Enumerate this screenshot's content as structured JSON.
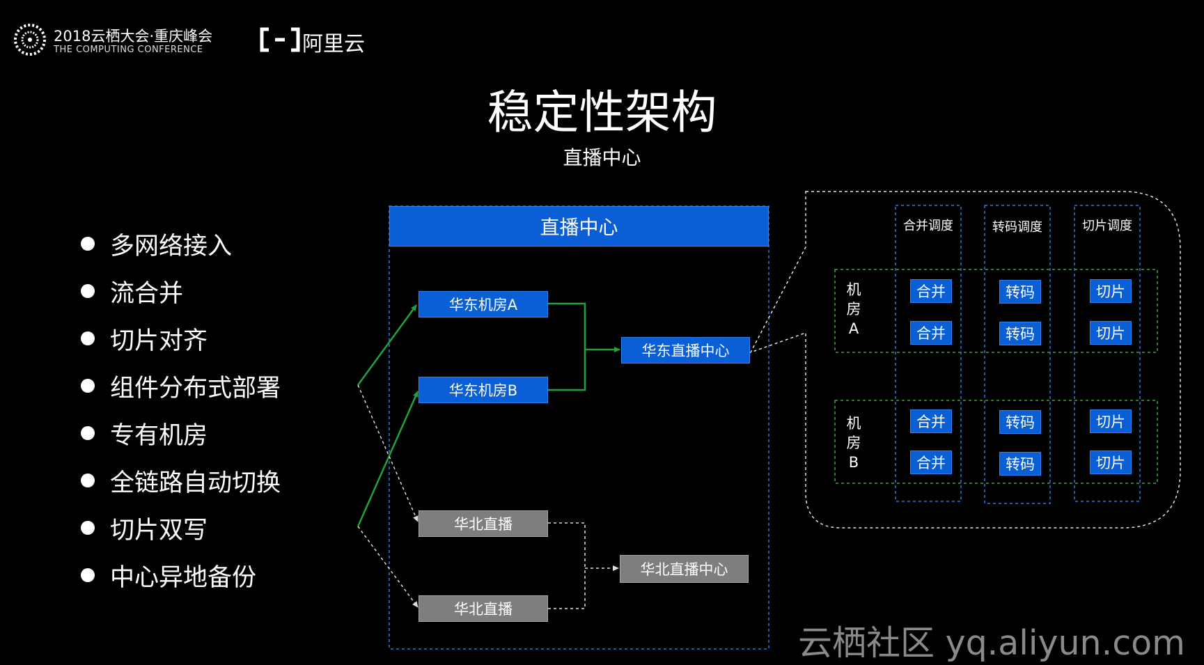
{
  "header": {
    "conference_title": "2018云栖大会·重庆峰会",
    "conference_subtitle": "THE COMPUTING CONFERENCE",
    "aliyun_logo_text": "阿里云"
  },
  "slide": {
    "title": "稳定性架构",
    "subtitle": "直播中心"
  },
  "bullets": [
    "多网络接入",
    "流合并",
    "切片对齐",
    "组件分布式部署",
    "专有机房",
    "全链路自动切换",
    "切片双写",
    "中心异地备份"
  ],
  "center": {
    "header": "直播中心",
    "east_a": "华东机房A",
    "east_b": "华东机房B",
    "east_center": "华东直播中心",
    "north_1": "华北直播",
    "north_2": "华北直播",
    "north_center": "华北直播中心"
  },
  "detail": {
    "columns": [
      "合并调度",
      "转码调度",
      "切片调度"
    ],
    "rows": [
      {
        "label": [
          "机",
          "房",
          "A"
        ],
        "cells": [
          [
            "合并",
            "合并"
          ],
          [
            "转码",
            "转码"
          ],
          [
            "切片",
            "切片"
          ]
        ]
      },
      {
        "label": [
          "机",
          "房",
          "B"
        ],
        "cells": [
          [
            "合并",
            "合并"
          ],
          [
            "转码",
            "转码"
          ],
          [
            "切片",
            "切片"
          ]
        ]
      }
    ]
  },
  "watermark": "云栖社区 yq.aliyun.com",
  "colors": {
    "blue_box": "#0a5fd6",
    "gray_box": "#7e7e7e",
    "green_line": "#21a33b",
    "dashed_blue": "#2a7be4",
    "dashed_green": "#3fa63f"
  }
}
